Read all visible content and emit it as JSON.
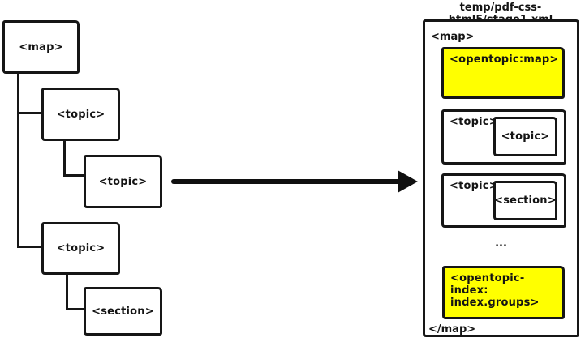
{
  "colors": {
    "highlight": "#ffff00",
    "ink": "#161616"
  },
  "source_tree": {
    "map_label": "<map>",
    "topic1_label": "<topic>",
    "topic2_label": "<topic>",
    "topic3_label": "<topic>",
    "section_label": "<section>"
  },
  "output_panel": {
    "title": "temp/pdf-css-html5/stage1.xml",
    "open_tag": "<map>",
    "close_tag": "</map>",
    "ellipsis": "...",
    "blocks": [
      {
        "type": "highlight",
        "label": "<opentopic:map>"
      },
      {
        "type": "nested",
        "outer_label": "<topic>",
        "inner_label": "<topic>"
      },
      {
        "type": "nested",
        "outer_label": "<topic>",
        "inner_label": "<section>"
      },
      {
        "type": "highlight",
        "label_line1": "<opentopic-index:",
        "label_line2": "index.groups>"
      }
    ]
  }
}
